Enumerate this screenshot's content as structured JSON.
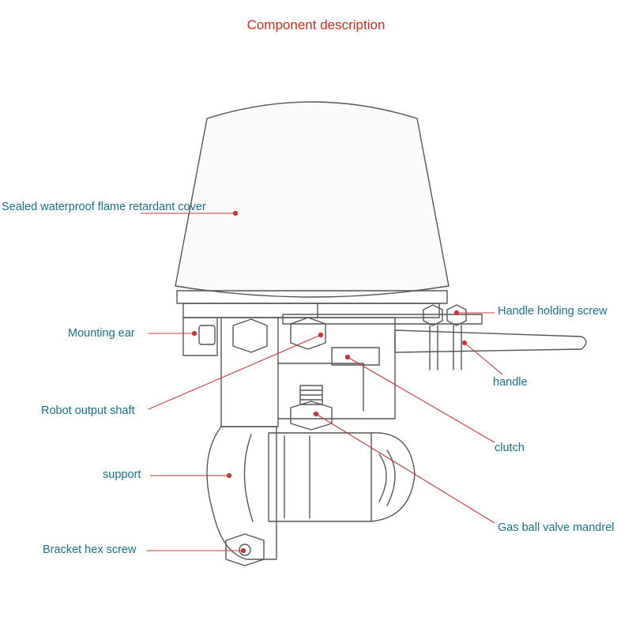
{
  "title": "Component description",
  "colors": {
    "title": "#d9281e",
    "label": "#1a6f8c",
    "leader": "#c43a3a",
    "drawing": "#555555"
  },
  "labels": {
    "cover": "Sealed waterproof flame retardant cover",
    "mounting_ear": "Mounting ear",
    "output_shaft": "Robot output shaft",
    "support": "support",
    "bracket_screw": "Bracket hex screw",
    "holding_screw": "Handle holding screw",
    "handle": "handle",
    "clutch": "clutch",
    "mandrel": "Gas ball valve mandrel"
  }
}
